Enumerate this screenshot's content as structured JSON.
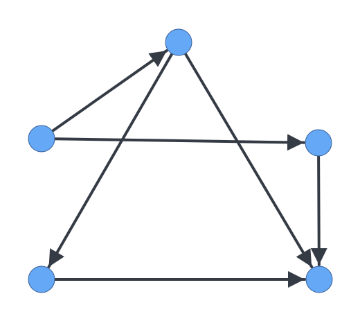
{
  "diagram": {
    "type": "directed-graph",
    "colors": {
      "node_fill": "#64a8f6",
      "node_stroke": "#3a5f97",
      "edge": "#353b45",
      "background": "#ffffff"
    },
    "nodes": [
      {
        "id": "top"
      },
      {
        "id": "left"
      },
      {
        "id": "right"
      },
      {
        "id": "bottom-left"
      },
      {
        "id": "bottom-right"
      }
    ],
    "edges": [
      {
        "from": "left",
        "to": "top"
      },
      {
        "from": "left",
        "to": "right"
      },
      {
        "from": "top",
        "to": "bottom-left"
      },
      {
        "from": "top",
        "to": "bottom-right"
      },
      {
        "from": "right",
        "to": "bottom-right"
      },
      {
        "from": "bottom-left",
        "to": "bottom-right"
      }
    ]
  }
}
